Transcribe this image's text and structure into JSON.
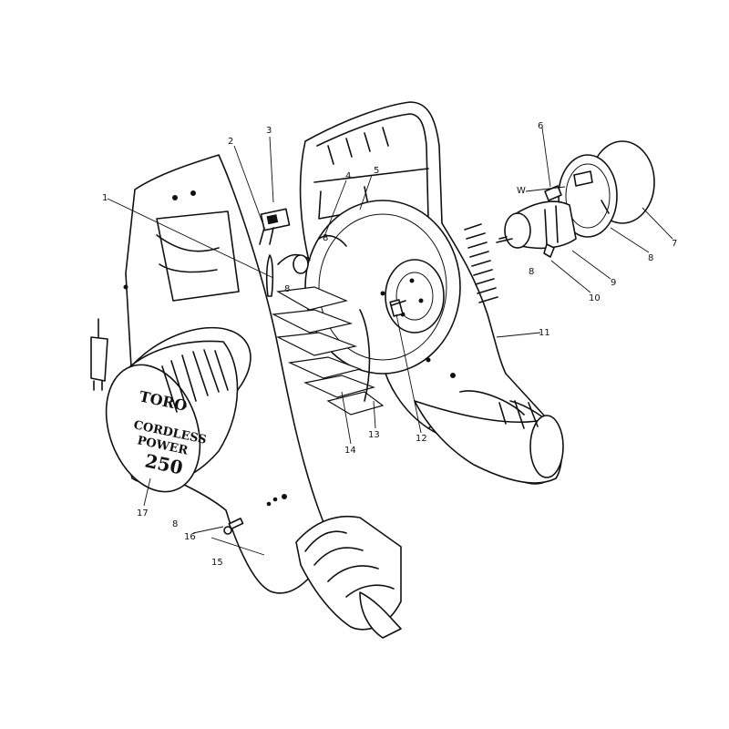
{
  "diagram": {
    "type": "exploded-parts-view",
    "callouts": [
      "1",
      "2",
      "3",
      "4",
      "5",
      "6",
      "7",
      "8",
      "9",
      "10",
      "11",
      "12",
      "13",
      "14",
      "15",
      "16",
      "17"
    ],
    "extra_labels": {
      "w": "W",
      "b_left": "8",
      "b_mid": "8",
      "b_right": "8",
      "b_top_right": "8"
    },
    "logo": {
      "brand": "TORO",
      "line1": "CORDLESS",
      "line2": "POWER",
      "line3": "250"
    }
  }
}
